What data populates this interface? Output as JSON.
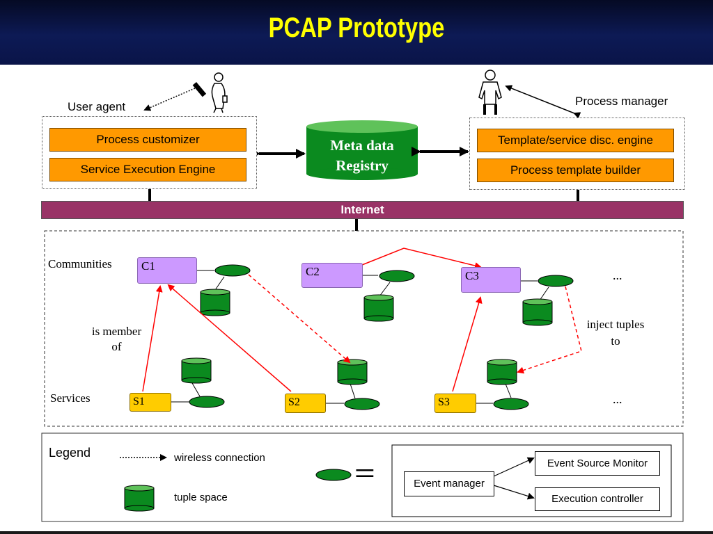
{
  "title": "PCAP Prototype",
  "top": {
    "user_agent": "User agent",
    "process_manager": "Process manager",
    "left_box": [
      "Process customizer",
      "Service Execution Engine"
    ],
    "registry": [
      "Meta data",
      "Registry"
    ],
    "right_box": [
      "Template/service disc. engine",
      "Process template builder"
    ],
    "internet": "Internet"
  },
  "network": {
    "communities_label": "Communities",
    "services_label": "Services",
    "communities": [
      "C1",
      "C2",
      "C3"
    ],
    "services": [
      "S1",
      "S2",
      "S3"
    ],
    "member_label": [
      "is member",
      "of"
    ],
    "inject_label": [
      "inject tuples",
      "to"
    ],
    "ellipsis": "..."
  },
  "legend": {
    "title": "Legend",
    "wireless": "wireless connection",
    "tuple_space": "tuple space",
    "equals": "=",
    "event_manager": "Event manager",
    "event_source_monitor": "Event Source Monitor",
    "execution_controller": "Execution controller"
  },
  "colors": {
    "header_bg": "#0d1a55",
    "title": "#ffff00",
    "orange": "#ff9900",
    "internet": "#993366",
    "registry_green": "#0b8a1f",
    "community_purple": "#cc99ff",
    "service_yellow": "#ffcc00",
    "arrow_red": "#ff0000"
  }
}
